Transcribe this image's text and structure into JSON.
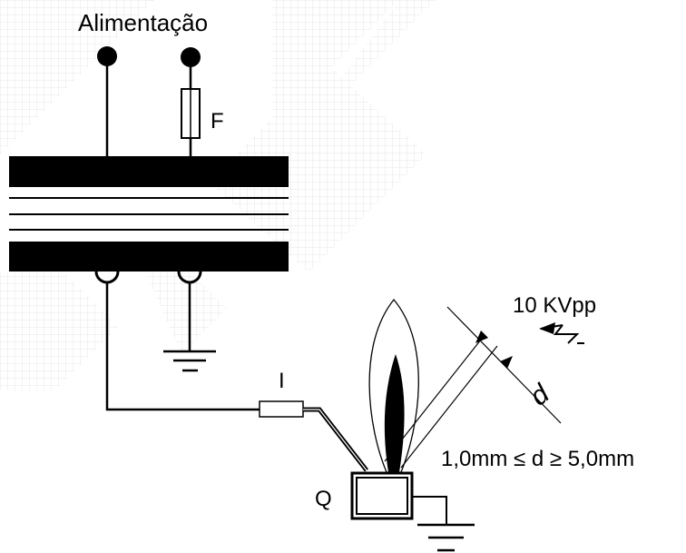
{
  "labels": {
    "supply": "Alimentação",
    "fuse": "F",
    "resistor": "I",
    "voltage": "10 KVpp",
    "distance_symbol": "d",
    "gap_range": "1,0mm ≤ d ≥ 5,0mm",
    "burner": "Q"
  },
  "colors": {
    "ink": "#000000",
    "paper": "#ffffff",
    "watermark": "#e4e4e4"
  },
  "icons": {
    "supply_terminal": "filled-circle-terminal",
    "ground": "ground-symbol",
    "flame": "flame-icon",
    "spark": "lightning-arrow-icon"
  }
}
